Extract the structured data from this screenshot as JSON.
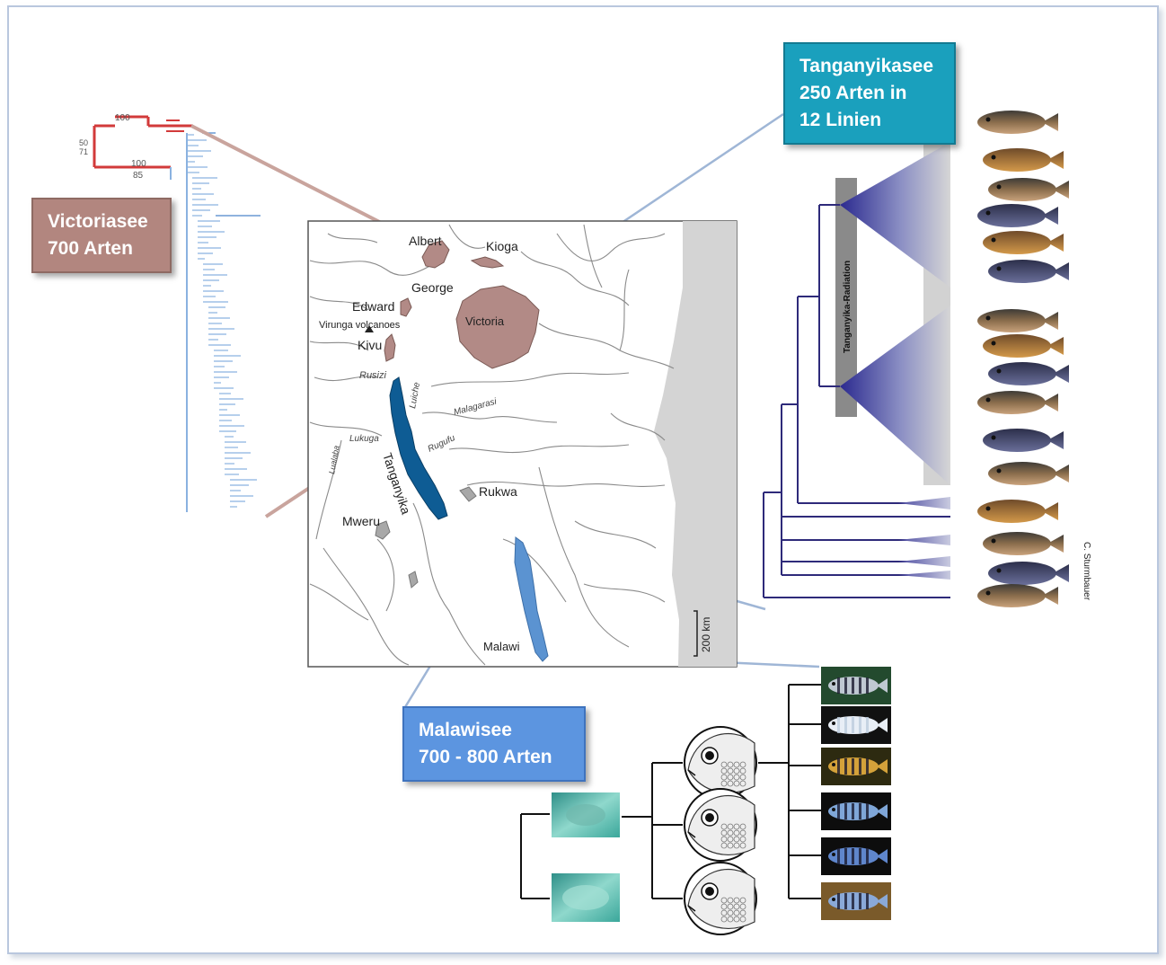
{
  "callouts": {
    "victoria": {
      "line1": "Victoriasee",
      "line2": "700 Arten",
      "color": "#b2867f"
    },
    "tanganyika": {
      "line1": "Tanganyikasee",
      "line2": "250 Arten in",
      "line3": "12 Linien",
      "color": "#1aa0bd"
    },
    "malawi": {
      "line1": "Malawisee",
      "line2": "700 - 800 Arten",
      "color": "#5c95e0"
    }
  },
  "victoria_tree": {
    "support_values": [
      "100",
      "100",
      "85",
      "50",
      "71"
    ]
  },
  "map": {
    "lakes": {
      "albert": "Albert",
      "kioga": "Kioga",
      "george": "George",
      "edward": "Edward",
      "victoria": "Victoria",
      "kivu": "Kivu",
      "tanganyika": "Tanganyika",
      "rukwa": "Rukwa",
      "mweru": "Mweru",
      "malawi": "Malawi"
    },
    "features": {
      "virunga": "Virunga volcanoes",
      "rusizi": "Rusizi",
      "luiche": "Luiche",
      "malagarasi": "Malagarasi",
      "lukuga": "Lukuga",
      "rugufu": "Rugufu",
      "lualaba": "Lualaba"
    },
    "scale_bar": "200 km",
    "colors": {
      "victoria_group": "#b28a86",
      "tanganyika": "#0e5c94",
      "malawi": "#5b93d1",
      "other_lakes": "#a8a8a8",
      "ocean": "#d4d4d4"
    }
  },
  "tanganyika_tree": {
    "radiation_label": "Tanganyika-Radiation",
    "credit": "C. Sturmbauer",
    "branch_color": "#2e2a7a"
  },
  "icons": [
    "fish-photo",
    "fish-head-drawing",
    "lake-floor-photo"
  ]
}
